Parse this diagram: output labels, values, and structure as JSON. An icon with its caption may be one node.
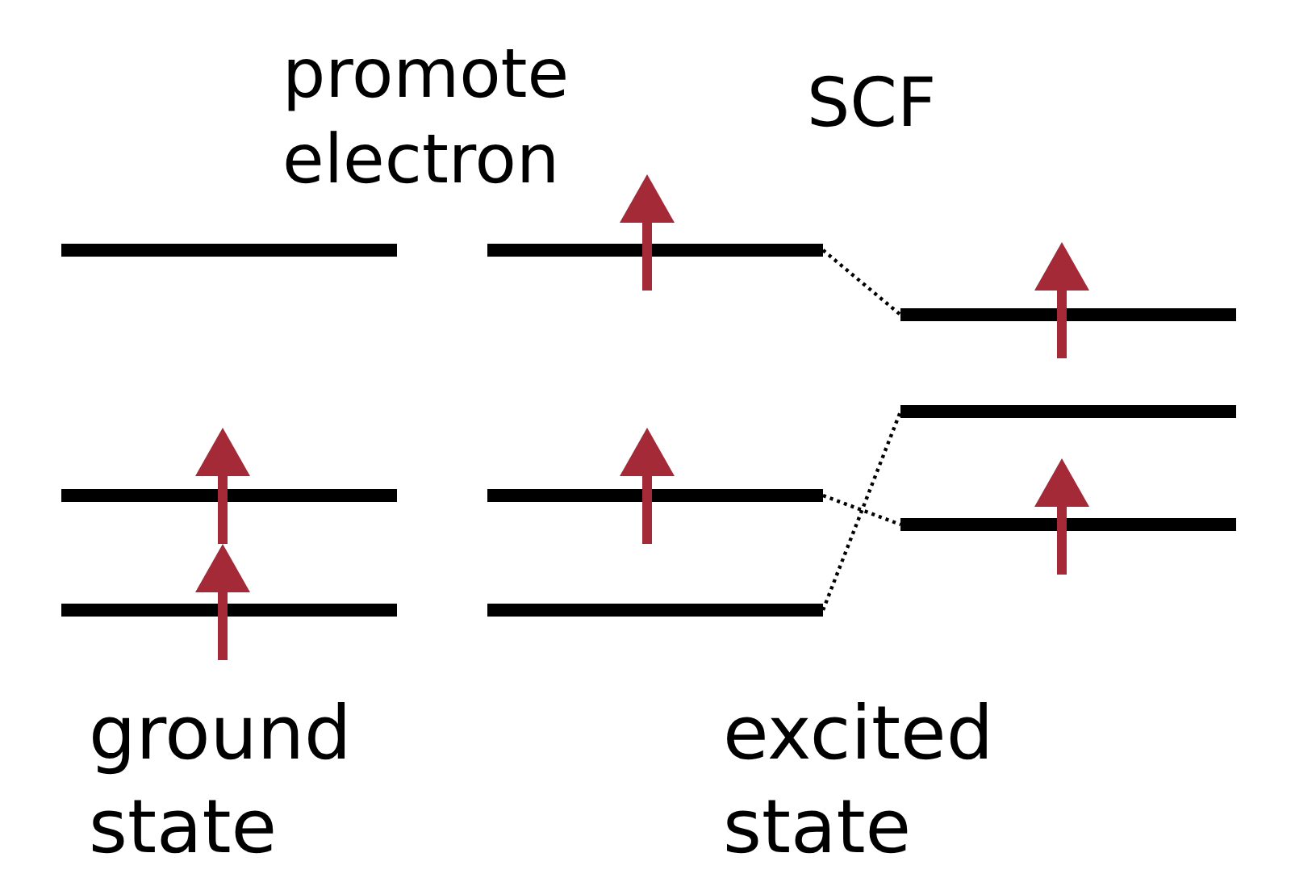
{
  "diagram": {
    "nodes": [
      {
        "text": [],
        "shape": "bar"
      },
      {
        "text": [],
        "shape": "bar"
      },
      {
        "text": [],
        "shape": "bar"
      },
      {
        "text": [],
        "shape": "bar"
      },
      {
        "text": [],
        "shape": "bar"
      },
      {
        "text": [],
        "shape": "bar"
      },
      {
        "text": [],
        "shape": "bar"
      },
      {
        "text": [],
        "shape": "bar"
      },
      {
        "text": [],
        "shape": "bar"
      }
    ],
    "edges": [
      {
        "from": 3,
        "to": 6,
        "arrow": "none",
        "style": "dashed"
      },
      {
        "from": 4,
        "to": 8,
        "arrow": "none",
        "style": "dashed"
      },
      {
        "from": 5,
        "to": 7,
        "arrow": "none",
        "style": "dashed"
      }
    ],
    "labels": [
      "promote electron",
      "SCF",
      "ground state",
      "excited state"
    ]
  }
}
